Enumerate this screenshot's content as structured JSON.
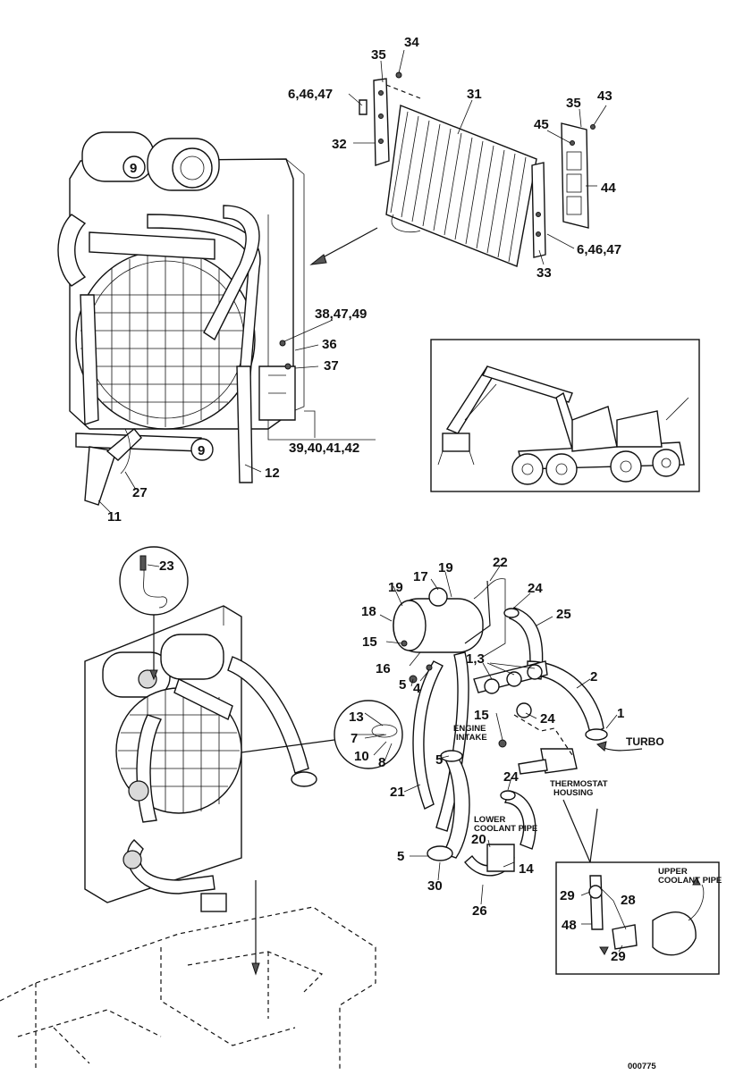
{
  "callouts": {
    "c34": "34",
    "c35a": "35",
    "c6a": "6,46,47",
    "c32": "32",
    "c31": "31",
    "c35b": "35",
    "c43": "43",
    "c45": "45",
    "c44": "44",
    "c6b": "6,46,47",
    "c33": "33",
    "c9a": "9",
    "c38": "38,47,49",
    "c36": "36",
    "c37": "37",
    "c9b": "9",
    "c39": "39,40,41,42",
    "c12": "12",
    "c27": "27",
    "c11": "11",
    "c23": "23",
    "c17": "17",
    "c19a": "19",
    "c19b": "19",
    "c22": "22",
    "c24a": "24",
    "c25": "25",
    "c18": "18",
    "c15a": "15",
    "c16": "16",
    "c13": "13",
    "c7": "7",
    "c10": "10",
    "c8": "8",
    "c5a": "5",
    "c4": "4",
    "c13b": "1,3",
    "c2": "2",
    "c1": "1",
    "c15b": "15",
    "c24b": "24",
    "c5b": "5",
    "c21": "21",
    "c24c": "24",
    "c20": "20",
    "c5c": "5",
    "c14": "14",
    "c30": "30",
    "c26": "26",
    "c29a": "29",
    "c28": "28",
    "c48": "48",
    "c29b": "29"
  },
  "notes": {
    "turbo": "TURBO",
    "engine_intake_1": "ENGINE",
    "engine_intake_2": "INTAKE",
    "thermostat_1": "THERMOSTAT",
    "thermostat_2": "HOUSING",
    "lower_pipe_1": "LOWER",
    "lower_pipe_2": "COOLANT PIPE",
    "upper_pipe_1": "UPPER",
    "upper_pipe_2": "COOLANT PIPE",
    "figure_code": "000775"
  }
}
